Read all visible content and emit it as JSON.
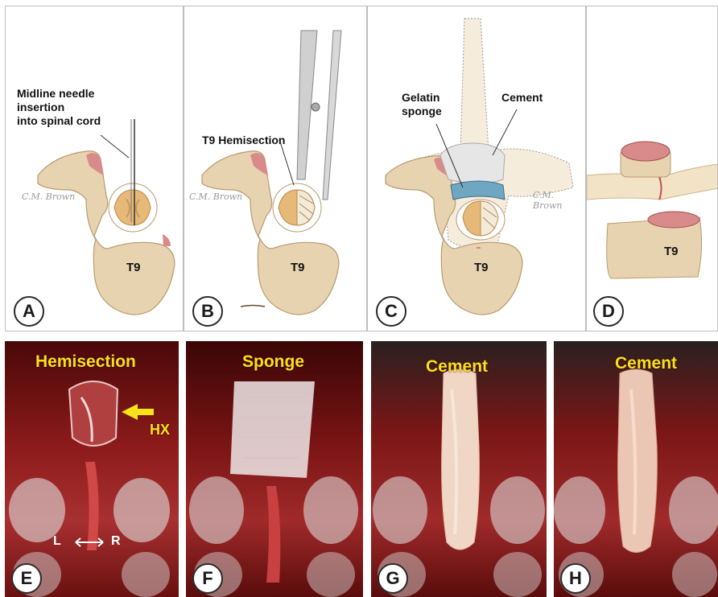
{
  "panels": {
    "A": {
      "letter": "A",
      "caption": "Midline needle\ninsertion\ninto spinal cord",
      "vertebra_label": "T9"
    },
    "B": {
      "letter": "B",
      "caption": "T9 Hemisection",
      "vertebra_label": "T9"
    },
    "C": {
      "letter": "C",
      "label_sponge": "Gelatin\nsponge",
      "label_cement": "Cement",
      "vertebra_label": "T9"
    },
    "D": {
      "letter": "D",
      "vertebra_label": "T9"
    },
    "E": {
      "letter": "E",
      "title": "Hemisection",
      "arrow_label": "HX",
      "left_label": "L",
      "right_label": "R"
    },
    "F": {
      "letter": "F",
      "title": "Sponge"
    },
    "G": {
      "letter": "G",
      "title": "Cement"
    },
    "H": {
      "letter": "H",
      "title": "Cement"
    }
  },
  "colors": {
    "title_yellow": "#f6e21a",
    "bone": "#e8d3b0",
    "cord": "#e7b978",
    "tissue": "#8b1a1a",
    "sponge_blue": "#6fa6c2"
  }
}
